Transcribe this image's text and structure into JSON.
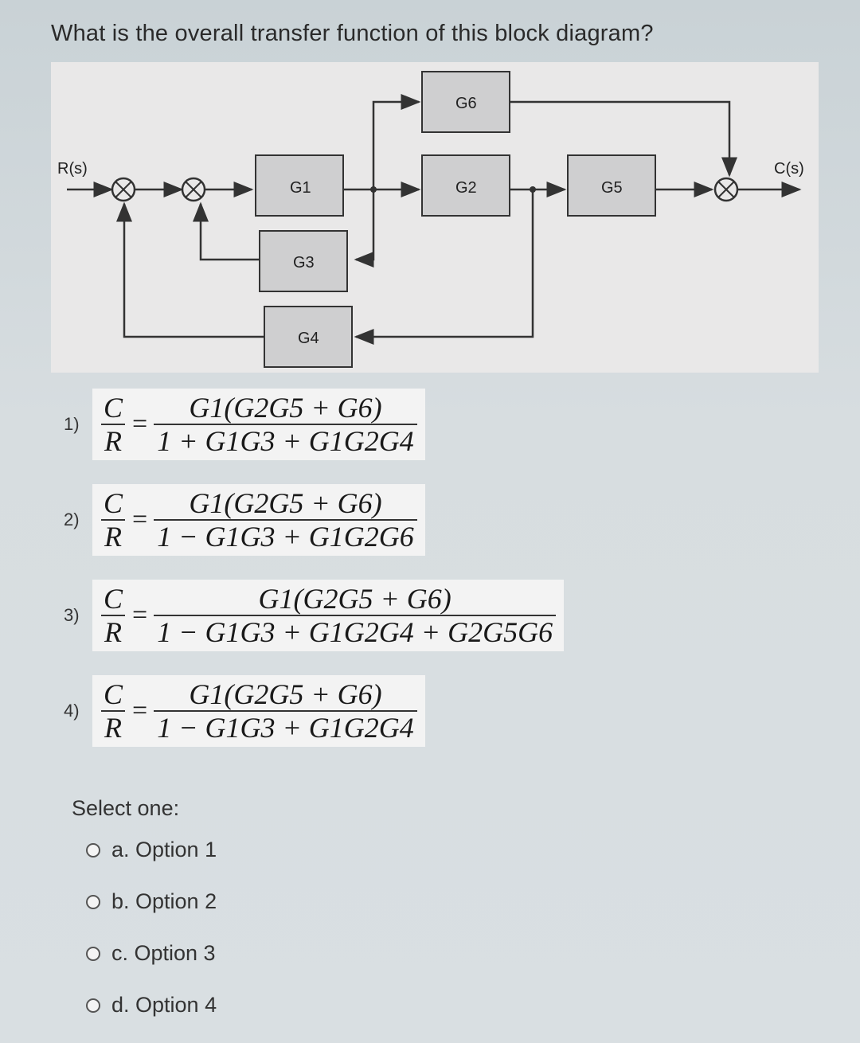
{
  "question": "What is the overall transfer function of this block diagram?",
  "diagram": {
    "input_label": "R(s)",
    "output_label": "C(s)",
    "blocks": {
      "g1": "G1",
      "g2": "G2",
      "g3": "G3",
      "g4": "G4",
      "g5": "G5",
      "g6": "G6"
    }
  },
  "options": [
    {
      "num": "1)",
      "lhs_num": "C",
      "lhs_den": "R",
      "numerator": "G1(G2G5 + G6)",
      "denominator": "1 + G1G3 + G1G2G4"
    },
    {
      "num": "2)",
      "lhs_num": "C",
      "lhs_den": "R",
      "numerator": "G1(G2G5 + G6)",
      "denominator": "1 − G1G3 + G1G2G6"
    },
    {
      "num": "3)",
      "lhs_num": "C",
      "lhs_den": "R",
      "numerator": "G1(G2G5 + G6)",
      "denominator": "1 − G1G3 + G1G2G4 + G2G5G6"
    },
    {
      "num": "4)",
      "lhs_num": "C",
      "lhs_den": "R",
      "numerator": "G1(G2G5 + G6)",
      "denominator": "1 − G1G3 + G1G2G4"
    }
  ],
  "select_label": "Select one:",
  "choices": [
    {
      "label": "a. Option 1"
    },
    {
      "label": "b. Option 2"
    },
    {
      "label": "c. Option 3"
    },
    {
      "label": "d. Option 4"
    }
  ]
}
